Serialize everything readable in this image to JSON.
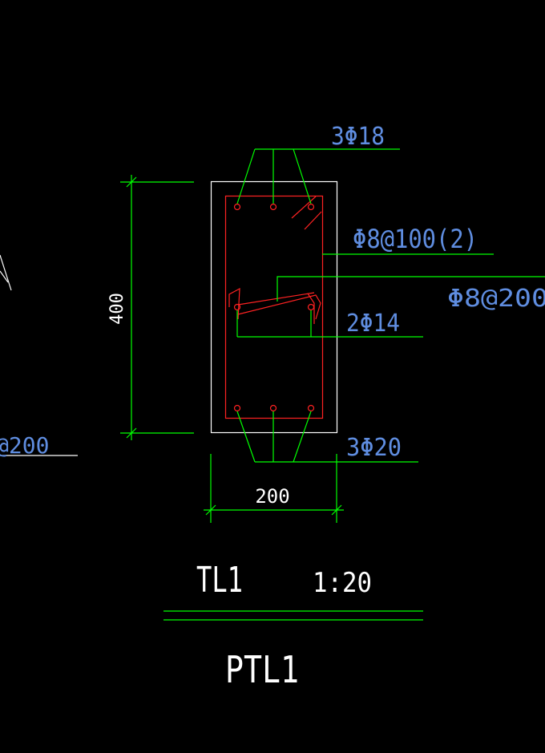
{
  "drawing": {
    "section_height_dim": "400",
    "section_width_dim": "200",
    "top_rebar": "3Φ18",
    "bottom_rebar": "3Φ20",
    "side_rebar": "2Φ14",
    "stirrup": "Φ8@100(2)",
    "tie_bar": "Φ8@200",
    "left_partial_label": "@200",
    "title": "TL1",
    "scale": "1:20",
    "subtitle": "PTL1"
  },
  "colors": {
    "background": "#000000",
    "dimension_lines": "#00ff00",
    "section_outline": "#ffffff",
    "stirrup_lines": "#ff2222",
    "annotation_text": "#5f8de0",
    "title_text": "#ffffff"
  }
}
